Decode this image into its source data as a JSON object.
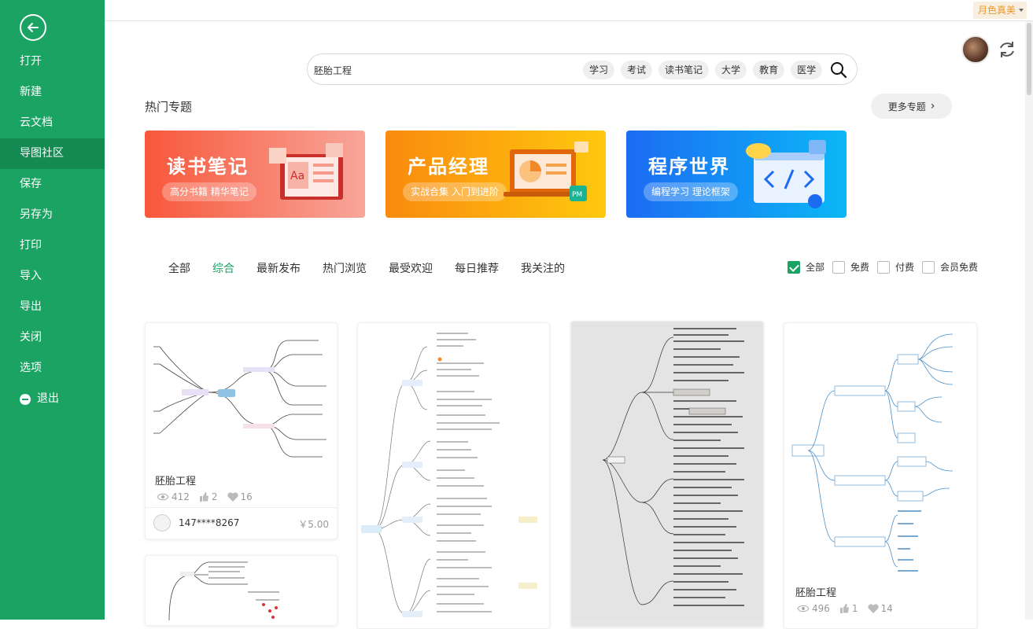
{
  "sidebar": {
    "items": [
      {
        "label": "打开"
      },
      {
        "label": "新建"
      },
      {
        "label": "云文档"
      },
      {
        "label": "导图社区"
      },
      {
        "label": "保存"
      },
      {
        "label": "另存为"
      },
      {
        "label": "打印"
      },
      {
        "label": "导入"
      },
      {
        "label": "导出"
      },
      {
        "label": "关闭"
      },
      {
        "label": "选项"
      },
      {
        "label": "退出"
      }
    ],
    "active_index": 3
  },
  "topbar": {
    "user_name": "月色真美"
  },
  "search": {
    "value": "胚胎工程",
    "tags": [
      "学习",
      "考试",
      "读书笔记",
      "大学",
      "教育",
      "医学"
    ]
  },
  "hot": {
    "title": "热门专题",
    "more_label": "更多专题",
    "banners": [
      {
        "title": "读书笔记",
        "subtitle": "高分书籍 精华笔记"
      },
      {
        "title": "产品经理",
        "subtitle": "实战合集 入门到进阶"
      },
      {
        "title": "程序世界",
        "subtitle": "编程学习 理论框架"
      }
    ]
  },
  "filters": {
    "tabs": [
      "全部",
      "综合",
      "最新发布",
      "热门浏览",
      "最受欢迎",
      "每日推荐",
      "我关注的"
    ],
    "active_tab": "综合",
    "price_options": [
      {
        "label": "全部",
        "checked": true
      },
      {
        "label": "免费",
        "checked": false
      },
      {
        "label": "付费",
        "checked": false
      },
      {
        "label": "会员免费",
        "checked": false
      }
    ]
  },
  "cards": [
    {
      "title": "胚胎工程",
      "views": "412",
      "likes": "2",
      "favorites": "16",
      "author": "147****8267",
      "price": "￥5.00"
    },
    {
      "title": "胚胎工程",
      "views": "496",
      "likes": "1",
      "favorites": "14"
    }
  ],
  "colors": {
    "brand": "#1aa363",
    "user_tag": "#e89a2c"
  }
}
